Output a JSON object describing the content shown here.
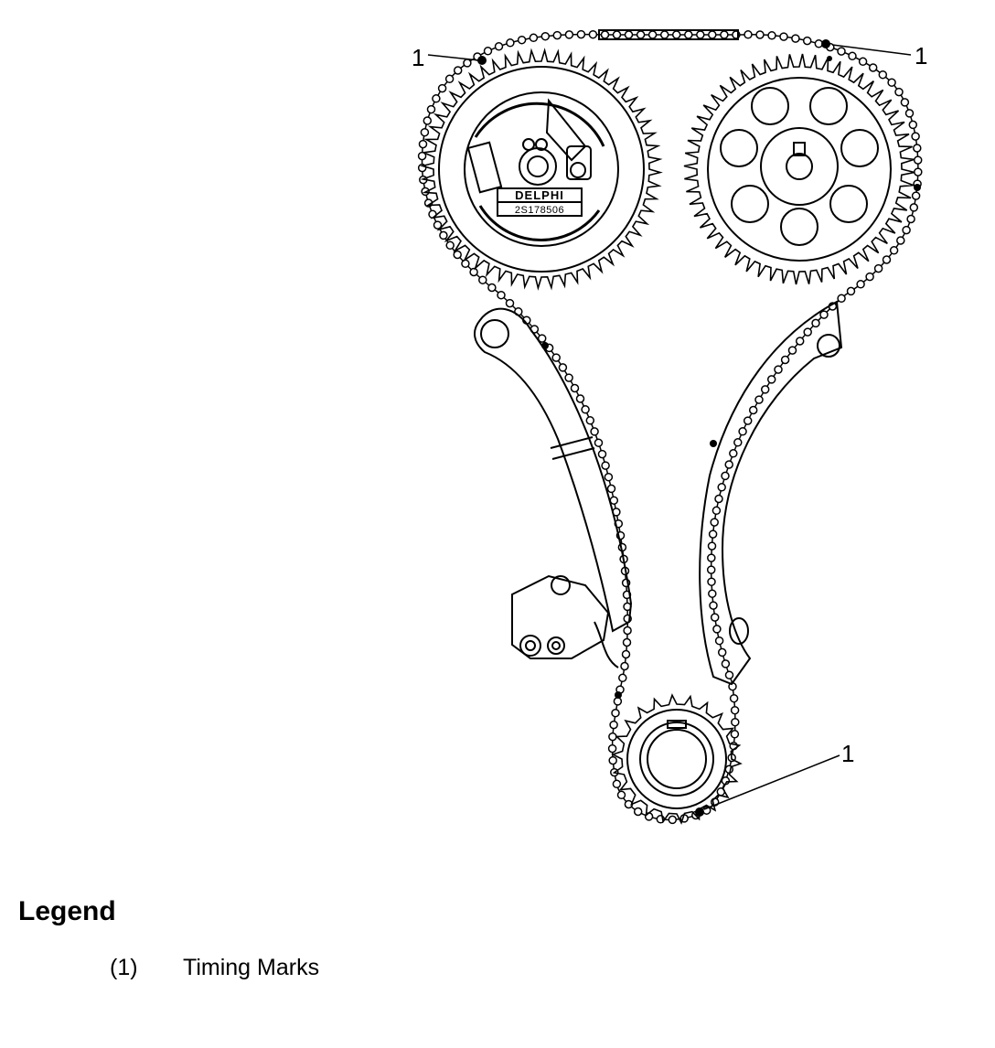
{
  "diagram": {
    "callouts": [
      "1",
      "1",
      "1"
    ],
    "sprocket_stamp": {
      "brand": "DELPHI",
      "part_number": "2S178506"
    }
  },
  "legend": {
    "title": "Legend",
    "items": [
      {
        "number": "(1)",
        "label": "Timing Marks"
      }
    ]
  }
}
